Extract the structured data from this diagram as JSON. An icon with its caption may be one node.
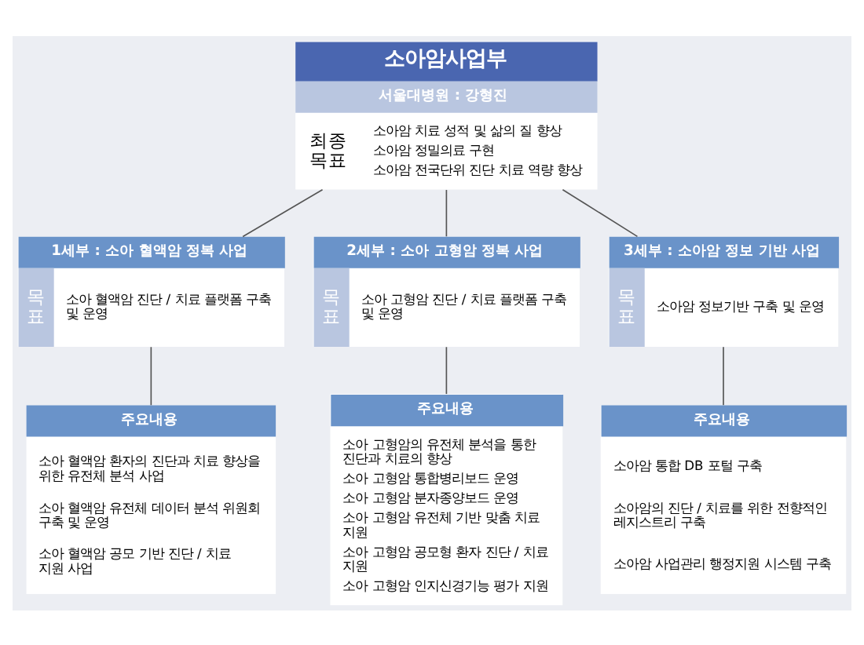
{
  "diagram": {
    "nodes": [
      {
        "text": [
          "소아암사업부",
          "서울대병원 : 강형진",
          "최종 목표",
          "소아암 치료 성적 및 삶의 질 향상",
          "소아암 정밀의료 구현",
          "소아암 전국단위 진단 치료 역량 향상"
        ]
      },
      {
        "text": [
          "1세부 : 소아 혈액암 정복 사업",
          "목 표",
          "소아 혈액암 진단 / 치료 플랫폼 구축 및 운영"
        ]
      },
      {
        "text": [
          "2세부 : 소아 고형암 정복 사업",
          "목 표",
          "소아 고형암 진단 / 치료 플랫폼 구축 및 운영"
        ]
      },
      {
        "text": [
          "3세부 : 소아암 정보 기반 사업",
          "목 표",
          "소아암 정보기반 구축 및 운영"
        ]
      },
      {
        "text": [
          "주요내용",
          "소아 혈액암 환자의 진단과 치료 향상을 위한 유전체 분석 사업",
          "소아 혈액암 유전체 데이터 분석 위원회 구축 및 운영",
          "소아 혈액암 공모 기반 진단 / 치료 지원 사업"
        ]
      },
      {
        "text": [
          "주요내용",
          "소아 고형암의 유전체 분석을 통한 진단과 치료의 향상",
          "소아 고형암 통합병리보드 운영",
          "소아 고형암 분자종양보드 운영",
          "소아 고형암 유전체 기반 맞춤 치료 지원",
          "소아 고형암 공모형 환자 진단 / 치료 지원",
          "소아 고형암 인지신경기능 평가 지원"
        ]
      },
      {
        "text": [
          "주요내용",
          "소아암 통합 DB 포털 구축",
          "소아암의 진단 / 치료를 위한 전향적인 레지스트리 구축",
          "소아암 사업관리 행정지원 시스템 구축"
        ]
      }
    ],
    "edges": [
      {
        "from": 0,
        "to": 1,
        "arrow": "none"
      },
      {
        "from": 0,
        "to": 2,
        "arrow": "none"
      },
      {
        "from": 0,
        "to": 3,
        "arrow": "none"
      },
      {
        "from": 1,
        "to": 4,
        "arrow": "none"
      },
      {
        "from": 2,
        "to": 5,
        "arrow": "none"
      },
      {
        "from": 3,
        "to": 6,
        "arrow": "none"
      }
    ]
  }
}
